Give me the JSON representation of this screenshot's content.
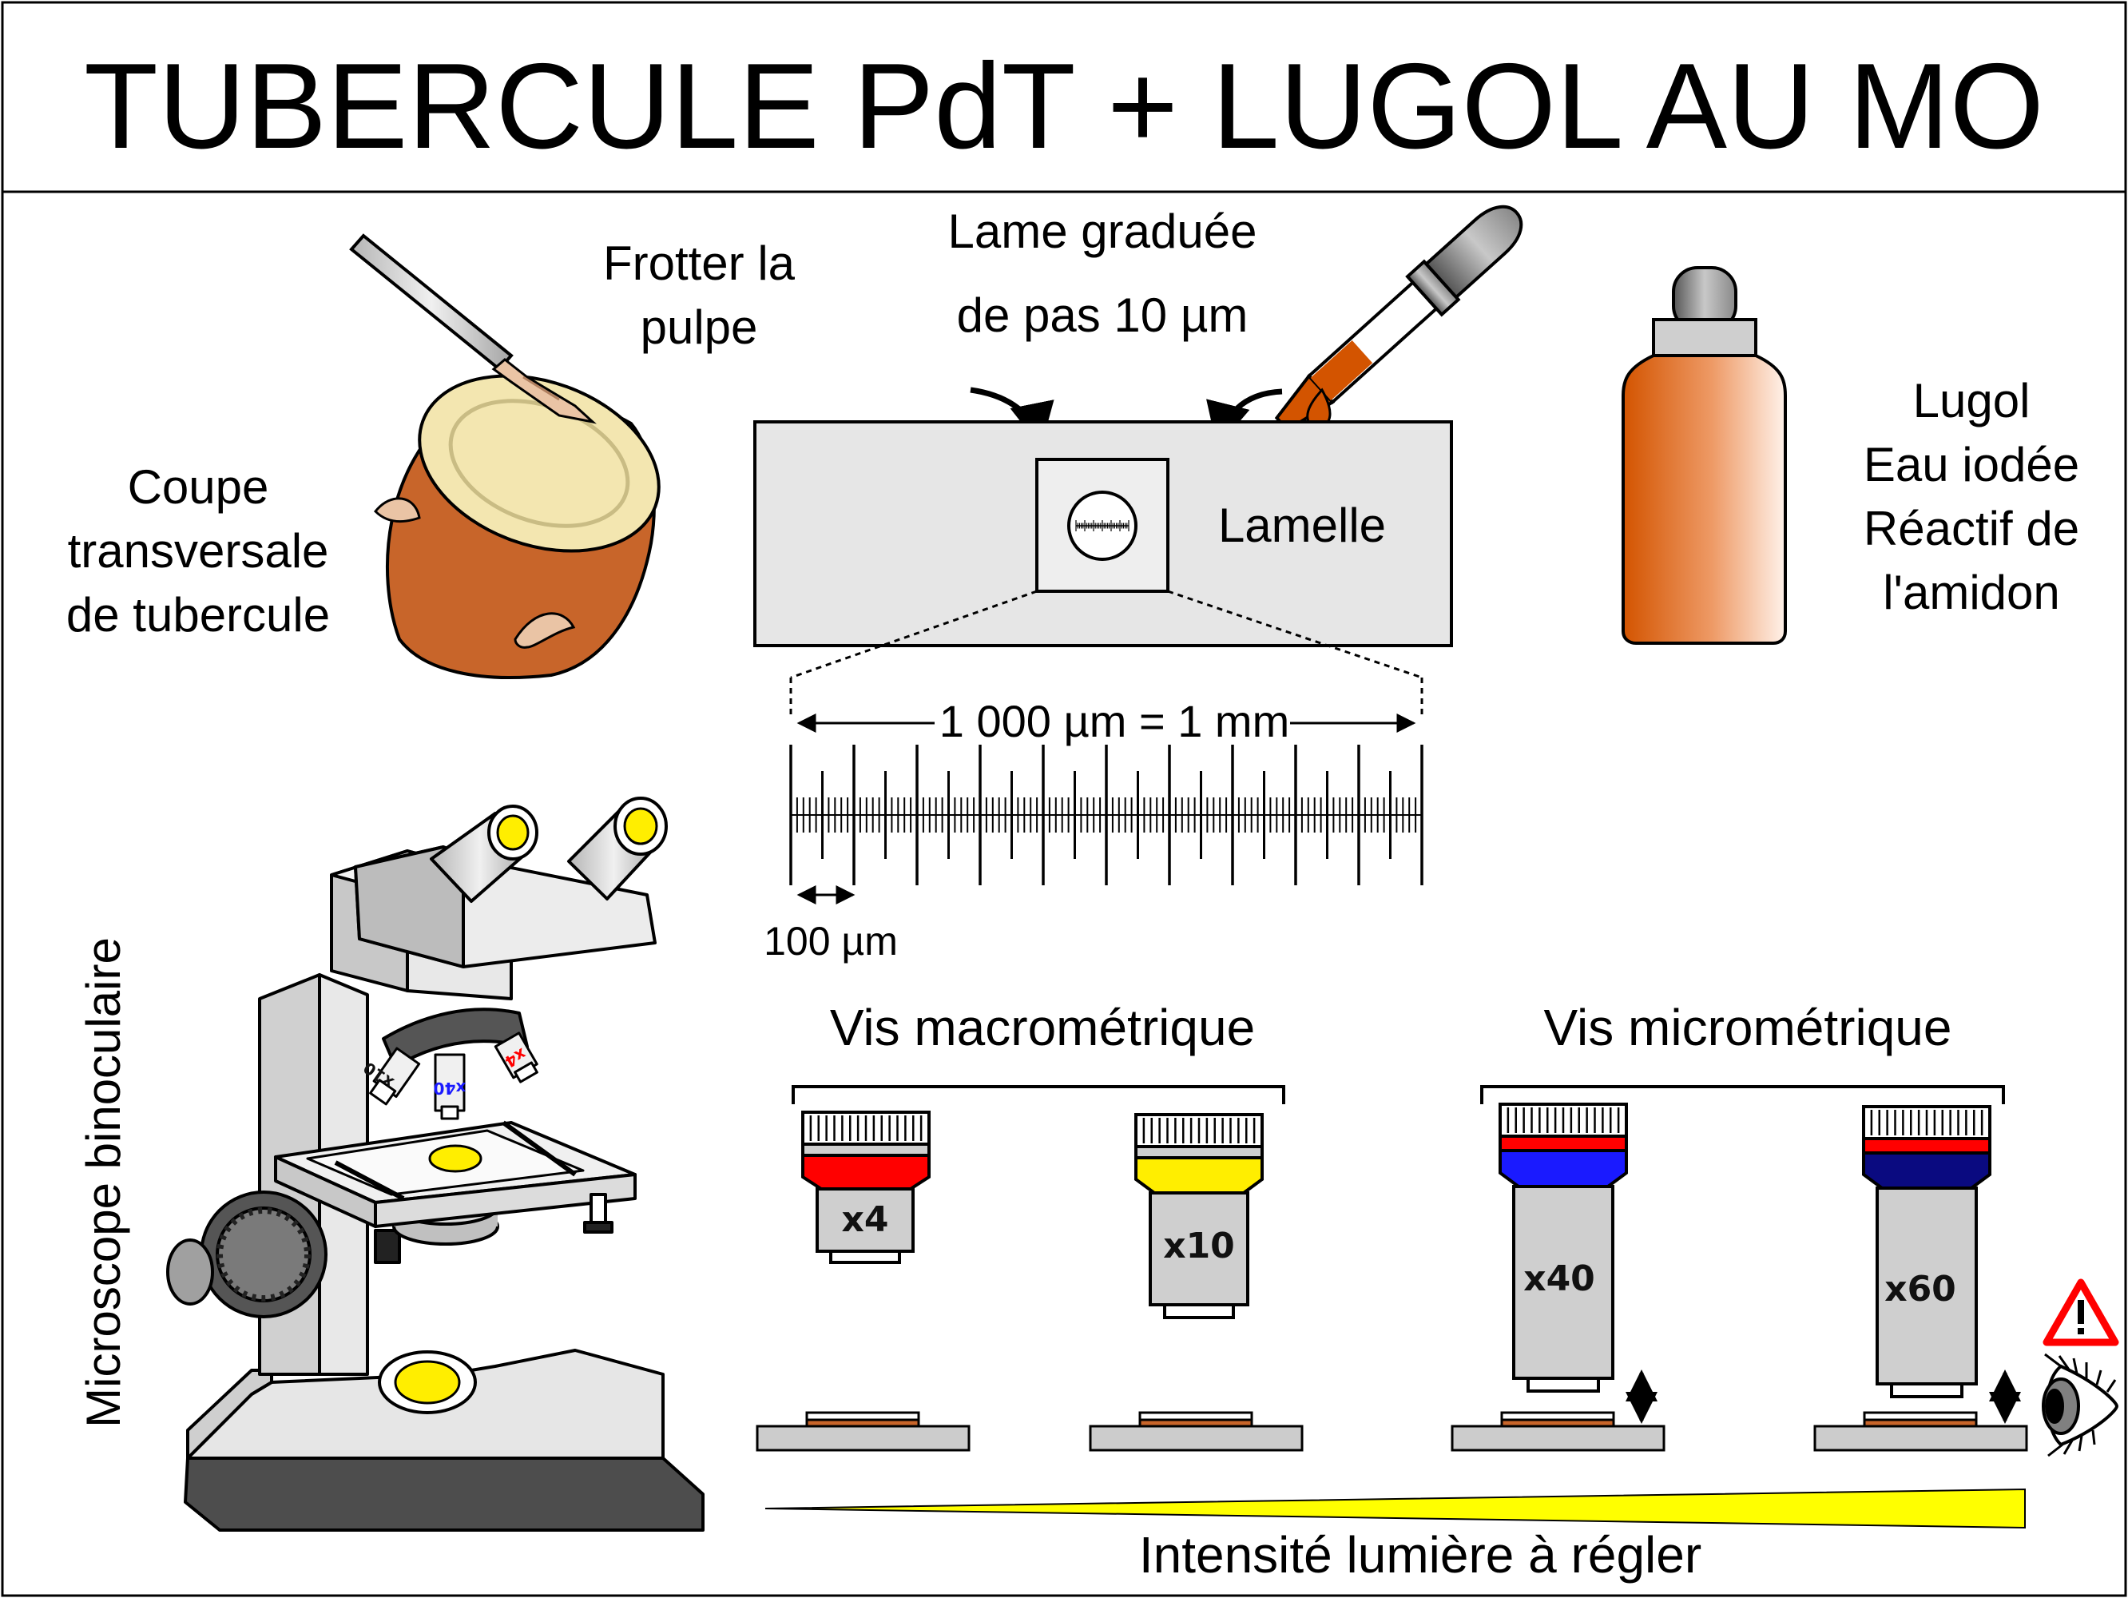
{
  "title": "TUBERCULE PdT + LUGOL AU MO",
  "labels": {
    "scrape": [
      "Frotter la",
      "pulpe"
    ],
    "slide": [
      "Lame graduée",
      "de pas 10 µm"
    ],
    "cross_section": [
      "Coupe",
      "transversale",
      "de tubercule"
    ],
    "lugol": [
      "Lugol",
      "Eau iodée",
      "Réactif de",
      "l'amidon"
    ],
    "coverslip": "Lamelle",
    "scale_total": "1 000 µm = 1 mm",
    "scale_step": "100 µm",
    "microscope": "Microscope binoculaire",
    "coarse_focus": "Vis macrométrique",
    "fine_focus": "Vis micrométrique",
    "light": "Intensité lumière à régler"
  },
  "objectives": [
    {
      "label": "x4",
      "color": "#ff0000"
    },
    {
      "label": "x10",
      "color": "#ffee00"
    },
    {
      "label": "x40",
      "color": "#1a1aff"
    },
    {
      "label": "x60",
      "color": "#0a0a80"
    }
  ],
  "turret_labels": [
    "x10",
    "x40",
    "x4"
  ],
  "icons": [
    "scalpel-icon",
    "potato-icon",
    "dropper-icon",
    "bottle-icon",
    "microscope-icon",
    "warning-icon",
    "eye-icon"
  ]
}
